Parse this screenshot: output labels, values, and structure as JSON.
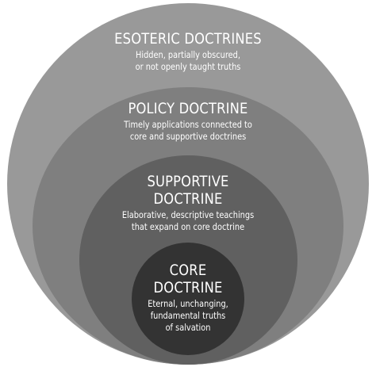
{
  "colors": {
    "esoteric": "#999999",
    "policy": "#7f7f7f",
    "supportive": "#606060",
    "core": "#333333",
    "text": "#ffffff",
    "background": "#ffffff"
  },
  "layers": {
    "esoteric": {
      "title": "ESOTERIC DOCTRINES",
      "description": [
        "Hidden, partially obscured,",
        "or not openly taught truths"
      ]
    },
    "policy": {
      "title": "POLICY DOCTRINE",
      "description": [
        "Timely applications connected to",
        "core and supportive doctrines"
      ]
    },
    "supportive": {
      "title": [
        "SUPPORTIVE",
        "DOCTRINE"
      ],
      "description": [
        "Elaborative, descriptive teachings",
        "that expand on core doctrine"
      ]
    },
    "core": {
      "title": [
        "CORE",
        "DOCTRINE"
      ],
      "description": [
        "Eternal, unchanging,",
        "fundamental truths",
        "of salvation"
      ]
    }
  }
}
